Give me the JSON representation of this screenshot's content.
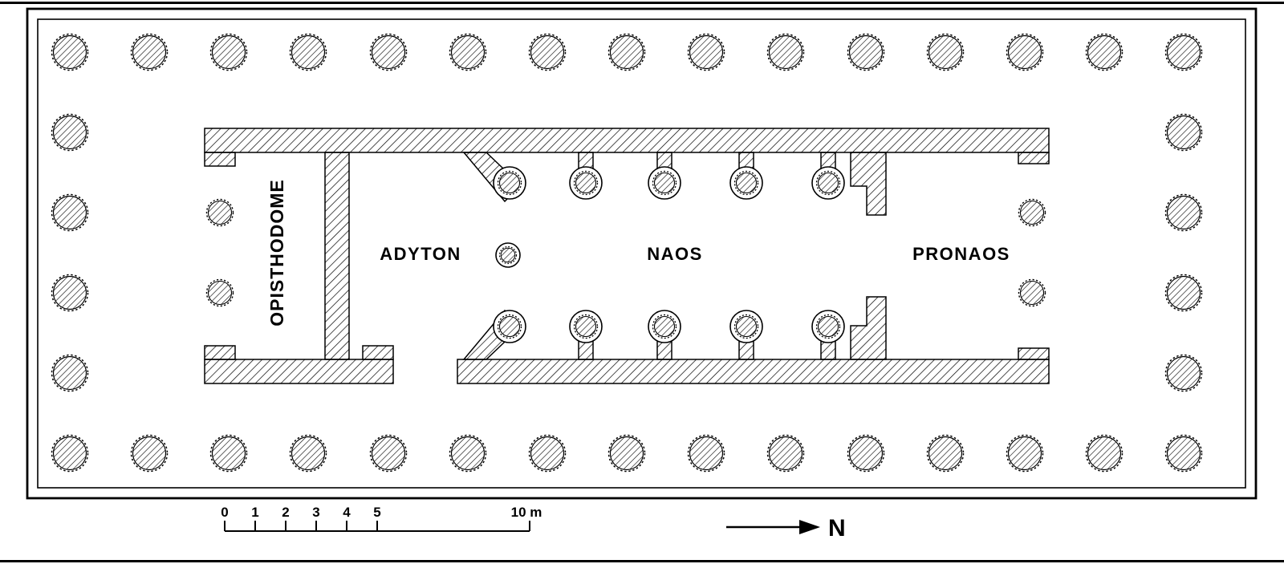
{
  "plan": {
    "rooms": {
      "opisthodome": "OPISTHODOME",
      "adyton": "ADYTON",
      "naos": "NAOS",
      "pronaos": "PRONAOS"
    }
  },
  "scale_bar": {
    "tick_labels": [
      "0",
      "1",
      "2",
      "3",
      "4",
      "5"
    ],
    "end_label": "10 m"
  },
  "compass": {
    "label": "N"
  },
  "colors": {
    "ink": "#000000",
    "paper": "#ffffff"
  }
}
